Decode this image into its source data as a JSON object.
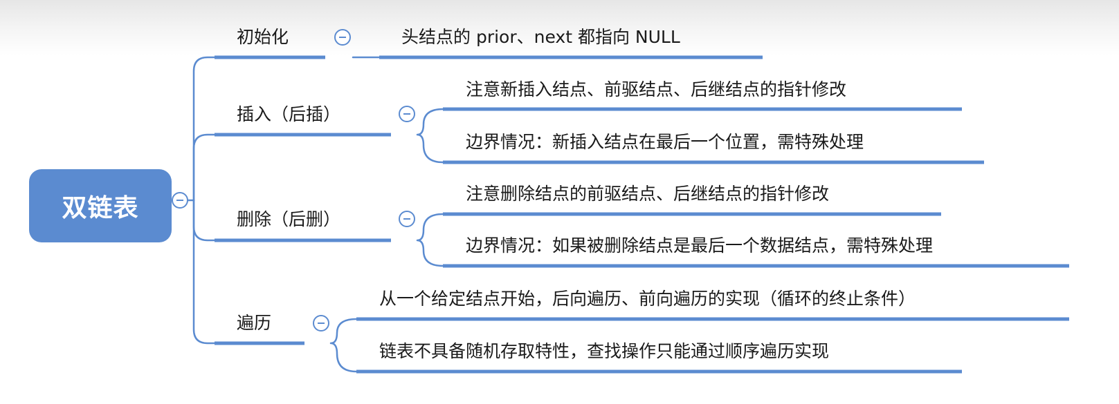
{
  "root": {
    "label": "双链表"
  },
  "branches": [
    {
      "label": "初始化",
      "children": [
        "头结点的 prior、next 都指向 NULL"
      ]
    },
    {
      "label": "插入（后插）",
      "children": [
        "注意新插入结点、前驱结点、后继结点的指针修改",
        "边界情况：新插入结点在最后一个位置，需特殊处理"
      ]
    },
    {
      "label": "删除（后删）",
      "children": [
        "注意删除结点的前驱结点、后继结点的指针修改",
        "边界情况：如果被删除结点是最后一个数据结点，需特殊处理"
      ]
    },
    {
      "label": "遍历",
      "children": [
        "从一个给定结点开始，后向遍历、前向遍历的实现（循环的终止条件）",
        "链表不具备随机存取特性，查找操作只能通过顺序遍历实现"
      ]
    }
  ],
  "colors": {
    "accent": "#5b8bd0",
    "text": "#1a1a1a"
  }
}
